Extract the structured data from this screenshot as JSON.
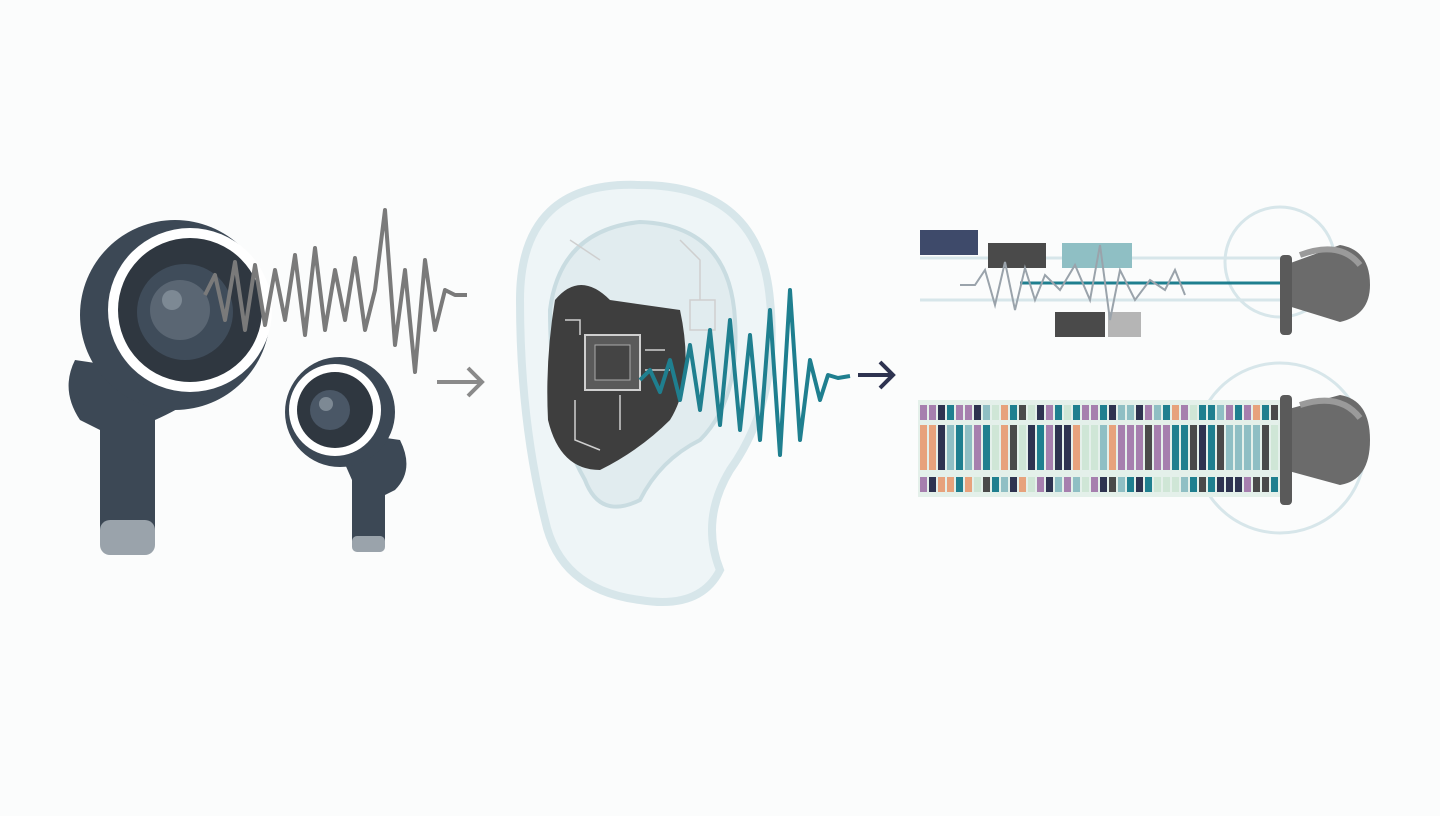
{
  "colors": {
    "background": "#fbfcfc",
    "earbud_dark": "#3c4855",
    "earbud_mid": "#5a6673",
    "earbud_light": "#9aa3ab",
    "wave_gray": "#7a7a7a",
    "wave_teal": "#1f7f8f",
    "ear_outline": "#d7e6ea",
    "chip": "#3e3e3e",
    "arrow_gray": "#8a8a8a",
    "arrow_navy": "#2e3350",
    "tip_gray": "#6b6b6b"
  },
  "stages": [
    {
      "name": "earbuds-capture",
      "icon": "earbuds-icon"
    },
    {
      "name": "ear-processing",
      "icon": "ear-chip-icon"
    },
    {
      "name": "signal-output",
      "icon": "eartip-signal-icon"
    }
  ],
  "arrows": [
    {
      "icon": "arrow-right-icon",
      "color": "#8a8a8a"
    },
    {
      "icon": "arrow-right-icon",
      "color": "#2e3350"
    }
  ],
  "barcode_palette": [
    "#2e3350",
    "#1f7f8f",
    "#e7a27c",
    "#a67fae",
    "#cfe6d6",
    "#4a4a4a",
    "#8fbfc4"
  ],
  "top_blocks": [
    "#3e4a6a",
    "#4a4a4a",
    "#8fbfc4",
    "#4a4a4a",
    "#b5b5b5"
  ]
}
